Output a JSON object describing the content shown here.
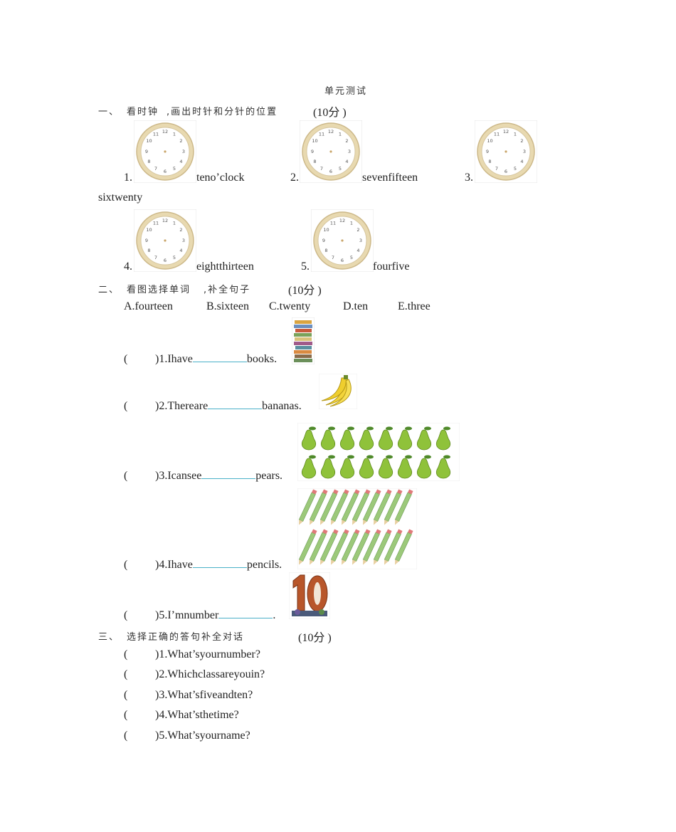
{
  "doc": {
    "title": "单元测试"
  },
  "section1": {
    "heading_num": "一、",
    "heading_label": "看时钟",
    "heading_text": ",画出时针和分针的位置",
    "score": "(10分 )",
    "items": [
      {
        "num": "1.",
        "text": "teno’clock"
      },
      {
        "num": "2.",
        "text": "sevenfifteen"
      },
      {
        "num": "3.",
        "text": "sixtwenty"
      },
      {
        "num": "4.",
        "text": "eightthirteen"
      },
      {
        "num": "5.",
        "text": "fourfive"
      }
    ]
  },
  "section2": {
    "heading_num": "二、",
    "heading_label": "看图选择单词",
    "heading_text": ",补全句子",
    "score": "(10分 )",
    "options": [
      "A.fourteen",
      "B.sixteen",
      "C.twenty",
      "D.ten",
      "E.three"
    ],
    "items": [
      {
        "paren_open": "(",
        "paren_close": ")1.Ihave",
        "after": "books."
      },
      {
        "paren_open": "(",
        "paren_close": ")2.Thereare",
        "after": "bananas."
      },
      {
        "paren_open": "(",
        "paren_close": ")3.Icansee",
        "after": "pears."
      },
      {
        "paren_open": "(",
        "paren_close": ")4.Ihave",
        "after": "pencils."
      },
      {
        "paren_open": "(",
        "paren_close": ")5.I’mnumber",
        "after": "."
      }
    ]
  },
  "section3": {
    "heading_num": "三、",
    "heading_label": "选择正确的答句补全对话",
    "score": "(10分 )",
    "items": [
      {
        "paren_open": "(",
        "text": ")1.What’syournumber?"
      },
      {
        "paren_open": "(",
        "text": ")2.Whichclassareyouin?"
      },
      {
        "paren_open": "(",
        "text": ")3.What’sfiveandten?"
      },
      {
        "paren_open": "(",
        "text": ")4.What’sthetime?"
      },
      {
        "paren_open": "(",
        "text": ")5.What’syourname?"
      }
    ]
  },
  "colors": {
    "blank_line": "#4ab0c8",
    "clock_rim": "#d9c79a",
    "pear_green": "#8fc23a",
    "pencil_green": "#9cc97a",
    "number_brown": "#b8562a"
  }
}
